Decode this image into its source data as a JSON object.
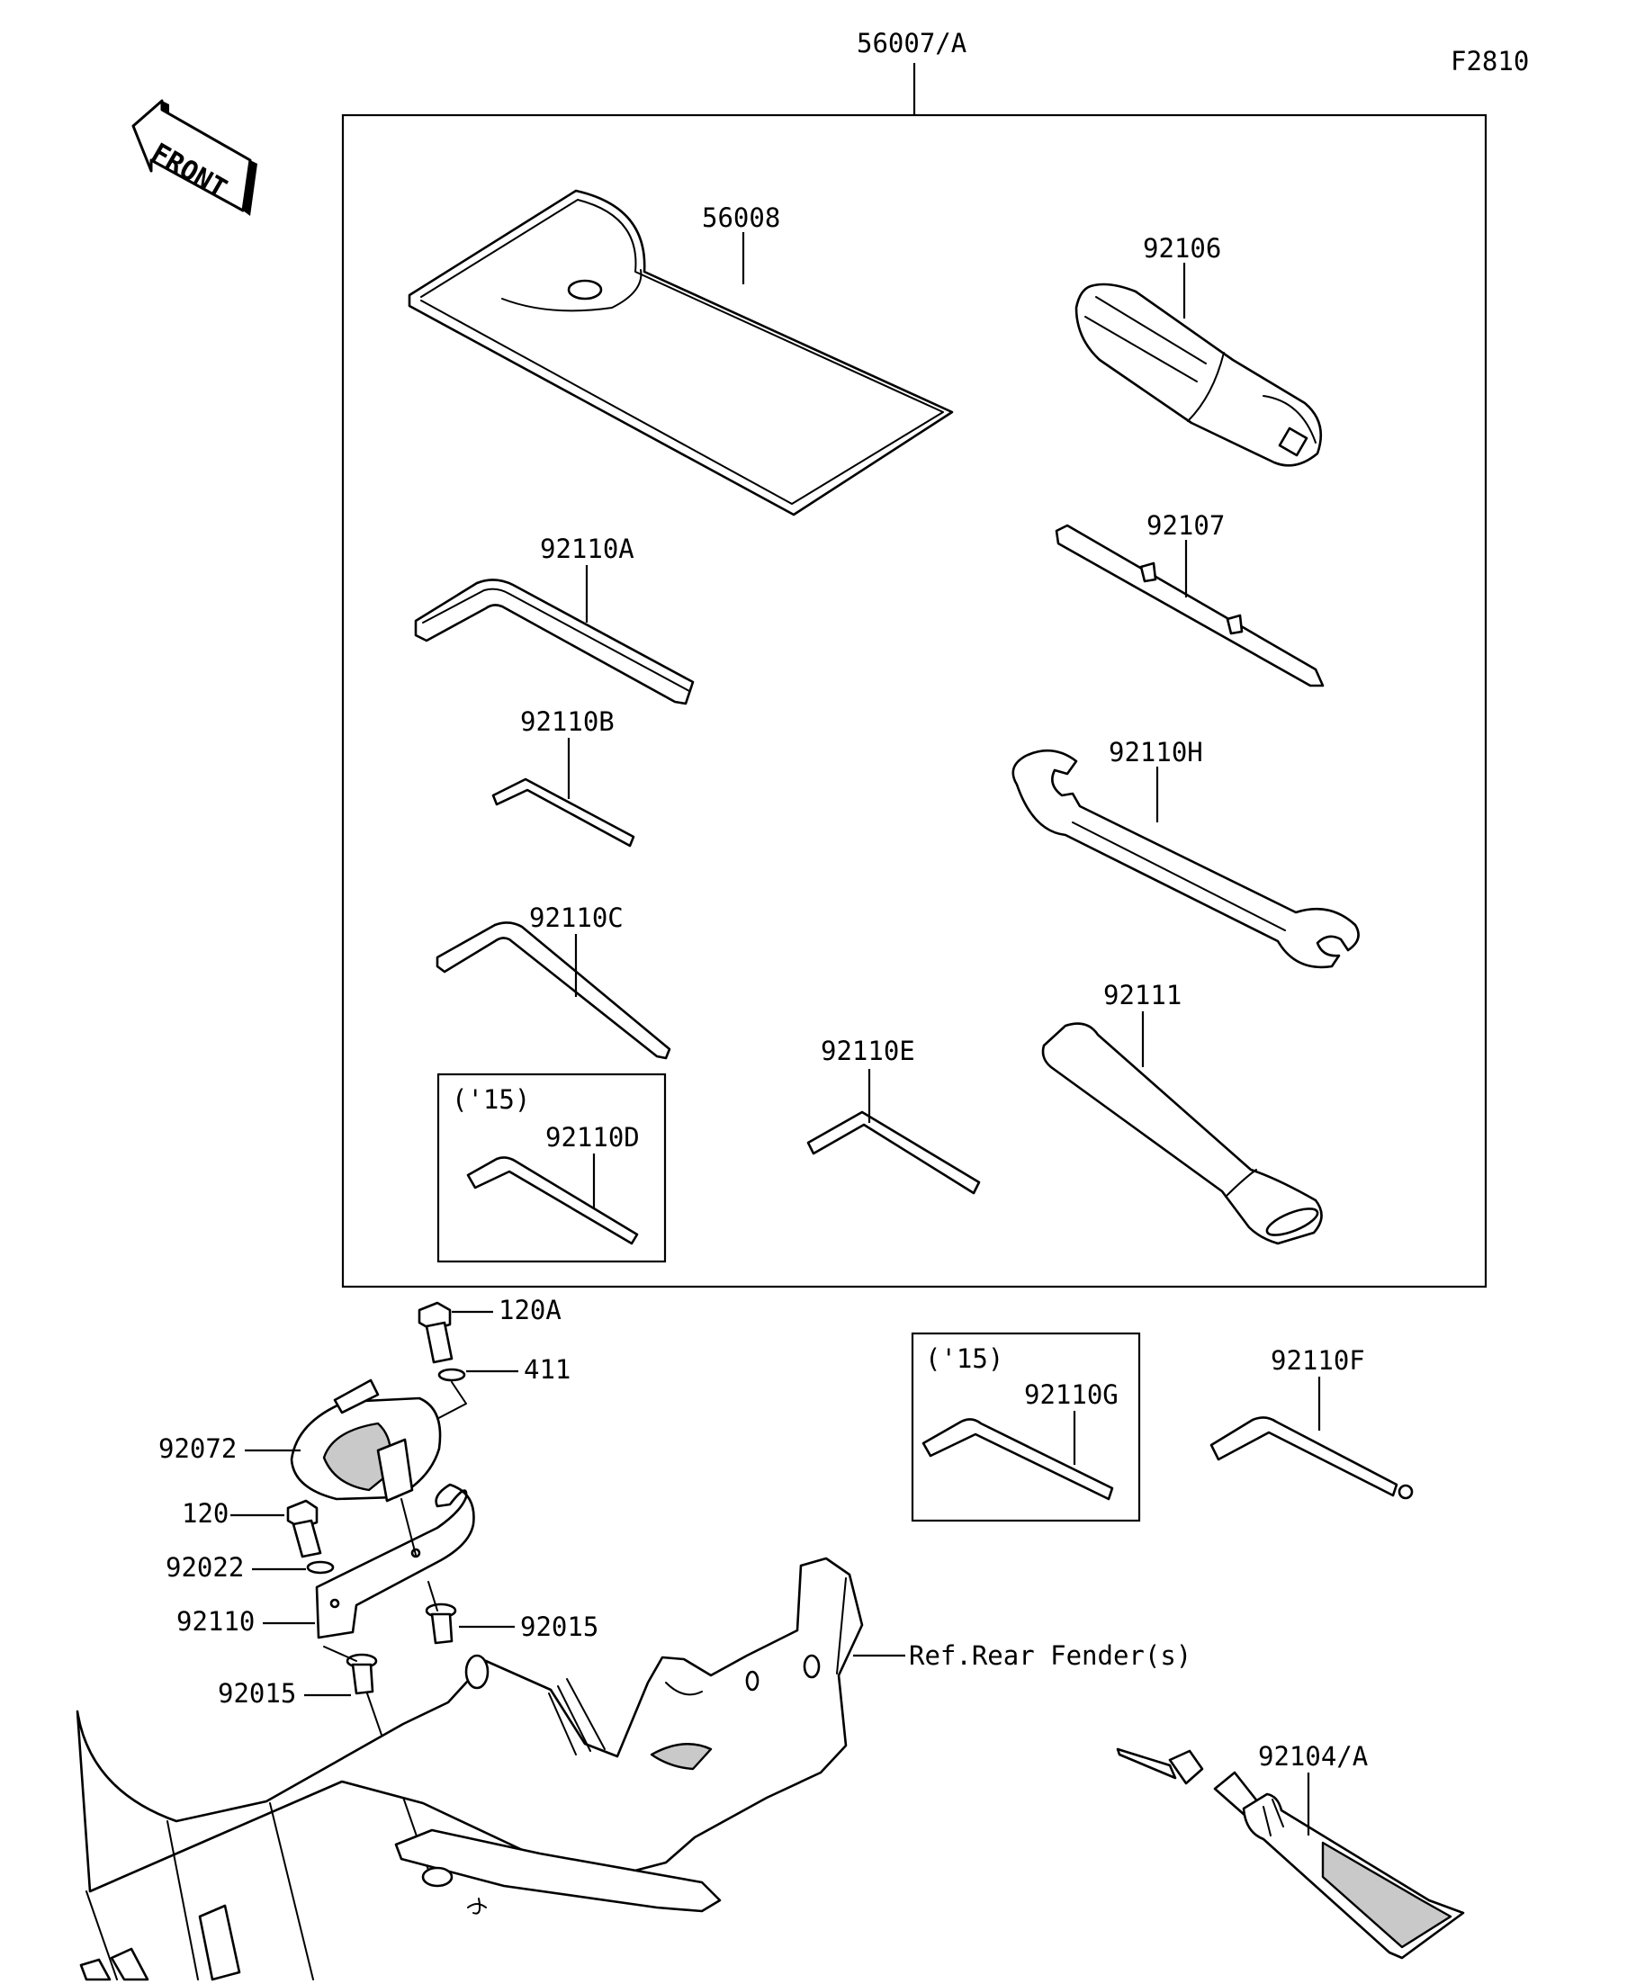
{
  "figure_code": "F2810",
  "front_label": "FRONT",
  "kit_label": "56007/A",
  "labels": {
    "bag": "56008",
    "driver_handle": "92106",
    "driver_bit": "92107",
    "hex_a": "92110A",
    "hex_b": "92110B",
    "hex_c": "92110C",
    "hex_d": "92110D",
    "hex_e": "92110E",
    "hex_f": "92110F",
    "hex_g": "92110G",
    "wrench_h": "92110H",
    "extension": "92111",
    "bolt_120a": "120A",
    "washer_411": "411",
    "holder": "92072",
    "bolt_120": "120",
    "washer_92022": "92022",
    "bracket": "92110",
    "collar_right": "92015",
    "collar_left": "92015",
    "ref_rear_fender": "Ref.Rear Fender(s)",
    "grease": "92104/A"
  },
  "year_tags": {
    "inner_box": "('15)",
    "lower_box": "('15)"
  }
}
